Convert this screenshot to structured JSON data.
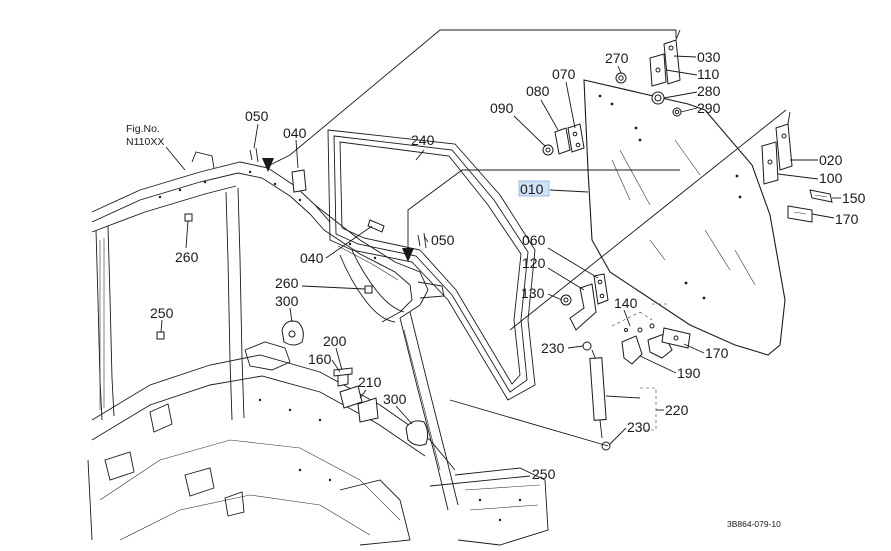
{
  "fig": {
    "line1": "Fig.No.",
    "line2": "N110XX"
  },
  "code": "3B864-079-10",
  "highlight_color": "#cfe3f7",
  "labels": {
    "l010": "010",
    "l020": "020",
    "l030": "030",
    "l040a": "040",
    "l040b": "040",
    "l050a": "050",
    "l050b": "050",
    "l060": "060",
    "l070": "070",
    "l080": "080",
    "l090": "090",
    "l100": "100",
    "l110": "110",
    "l120": "120",
    "l130": "130",
    "l140": "140",
    "l150": "150",
    "l160": "160",
    "l170a": "170",
    "l170b": "170",
    "l190": "190",
    "l200": "200",
    "l210": "210",
    "l220": "220",
    "l230a": "230",
    "l230b": "230",
    "l240": "240",
    "l250a": "250",
    "l250b": "250",
    "l260a": "260",
    "l260b": "260",
    "l270": "270",
    "l280": "280",
    "l290": "290",
    "l300a": "300",
    "l300b": "300"
  }
}
